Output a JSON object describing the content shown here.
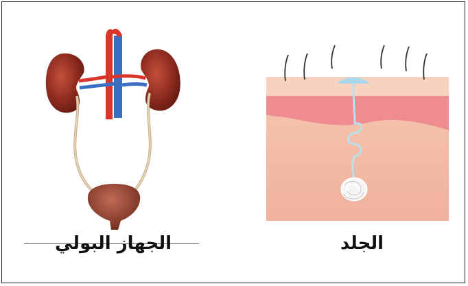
{
  "captions": {
    "urinary_system": "الجهاز البولي",
    "skin": "الجلد"
  },
  "icons": {
    "urinary_system": "urinary-system-illustration",
    "skin": "skin-cross-section-illustration"
  },
  "colors": {
    "kidney": "#8b2a1e",
    "artery": "#d9352b",
    "vein": "#3a6fc4",
    "ureter": "#d8c3a0",
    "bladder": "#8a3a2a",
    "skin_top": "#f6cbb2",
    "skin_band": "#ee8c8f",
    "skin_body": "#f3b7a0",
    "sweat_gland": "#a9d8ea"
  }
}
